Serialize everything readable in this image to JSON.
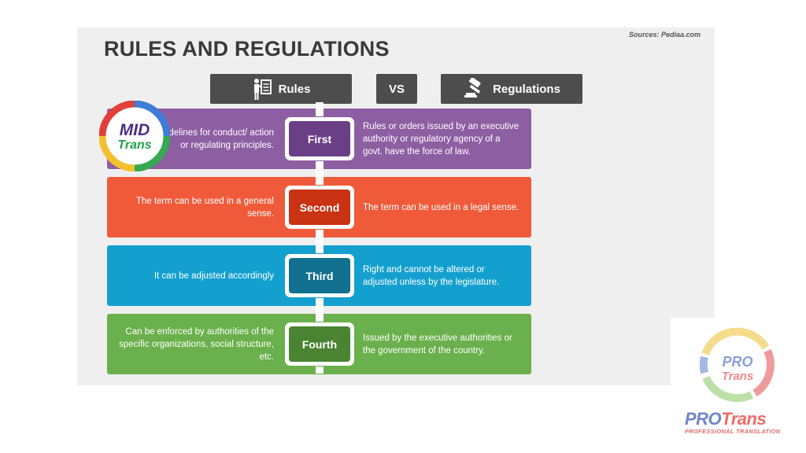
{
  "title": "RULES AND REGULATIONS",
  "source": "Sources: Pediaa.com",
  "headers": {
    "left": "Rules",
    "vs": "VS",
    "right": "Regulations"
  },
  "rows": [
    {
      "label": "First",
      "left": "Prescribed guidelines for conduct/ action or regulating principles.",
      "right": "Rules or orders issued by an executive authority or regulatory agency of a govt. have the force of law.",
      "color": "#8e5ea2",
      "dark": "#6b3f86"
    },
    {
      "label": "Second",
      "left": "The term can be used in a general sense.",
      "right": "The term can be used in a legal sense.",
      "color": "#ef5b3a",
      "dark": "#c93212"
    },
    {
      "label": "Third",
      "left": "It can be adjusted accordingly",
      "right": "Right and cannot be altered or adjusted unless by the legislature.",
      "color": "#14a0cf",
      "dark": "#11708f"
    },
    {
      "label": "Fourth",
      "left": "Can be enforced by authorities of the specific organizations, social structure, etc.",
      "right": "Issued by the executive authorities or the government of the country.",
      "color": "#6ab04c",
      "dark": "#4a8433"
    }
  ],
  "logo_mid": {
    "line1": "MID",
    "line2": "Trans"
  },
  "logo_pro": {
    "line1": "PRO",
    "line2": "Trans",
    "brand_a": "PRO",
    "brand_b": "Trans",
    "tagline": "PROFESSIONAL TRANSLATION"
  },
  "icons": {
    "rules": "clipboard-person-icon",
    "regulations": "gavel-icon"
  }
}
